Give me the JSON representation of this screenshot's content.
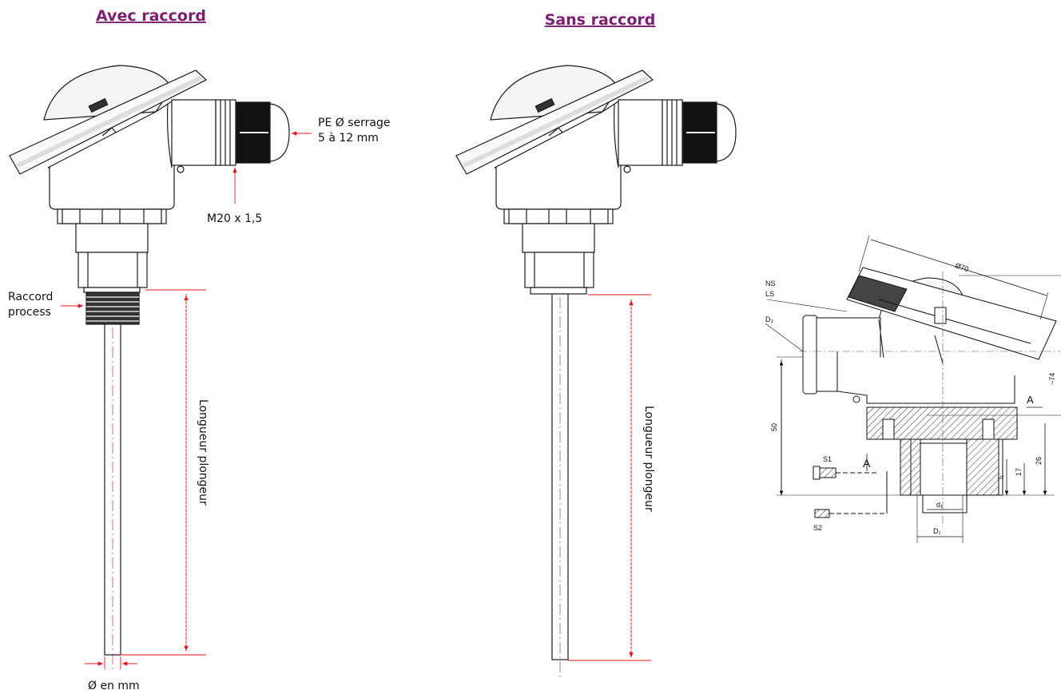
{
  "colors": {
    "title": "#7b1f73",
    "dimension": "#e0141e",
    "ink": "#111111",
    "drawing": "#1a1a1a"
  },
  "titles": {
    "with_fitting": "Avec raccord",
    "without_fitting": "Sans raccord"
  },
  "left_probe": {
    "cable_gland": [
      "PE Ø serrage",
      "5 à 12 mm"
    ],
    "thread": "M20 x 1,5",
    "process_fitting": [
      "Raccord",
      "process"
    ],
    "length": "Longueur plongeur",
    "diameter": "Ø en mm"
  },
  "right_probe": {
    "length": "Longueur plongeur"
  },
  "tech_drawing": {
    "labels": {
      "diameter_top": "Ø70",
      "ns": "NS",
      "ls": "LS",
      "d2": "D₂",
      "h50": "50",
      "s1": "S1",
      "s2": "S2",
      "section_a_left": "A",
      "section_a_right": "A",
      "l1": "l₁",
      "h17": "17",
      "h26": "26",
      "h74": "~74",
      "d1_small": "d₁",
      "d1_big": "D₁"
    }
  }
}
